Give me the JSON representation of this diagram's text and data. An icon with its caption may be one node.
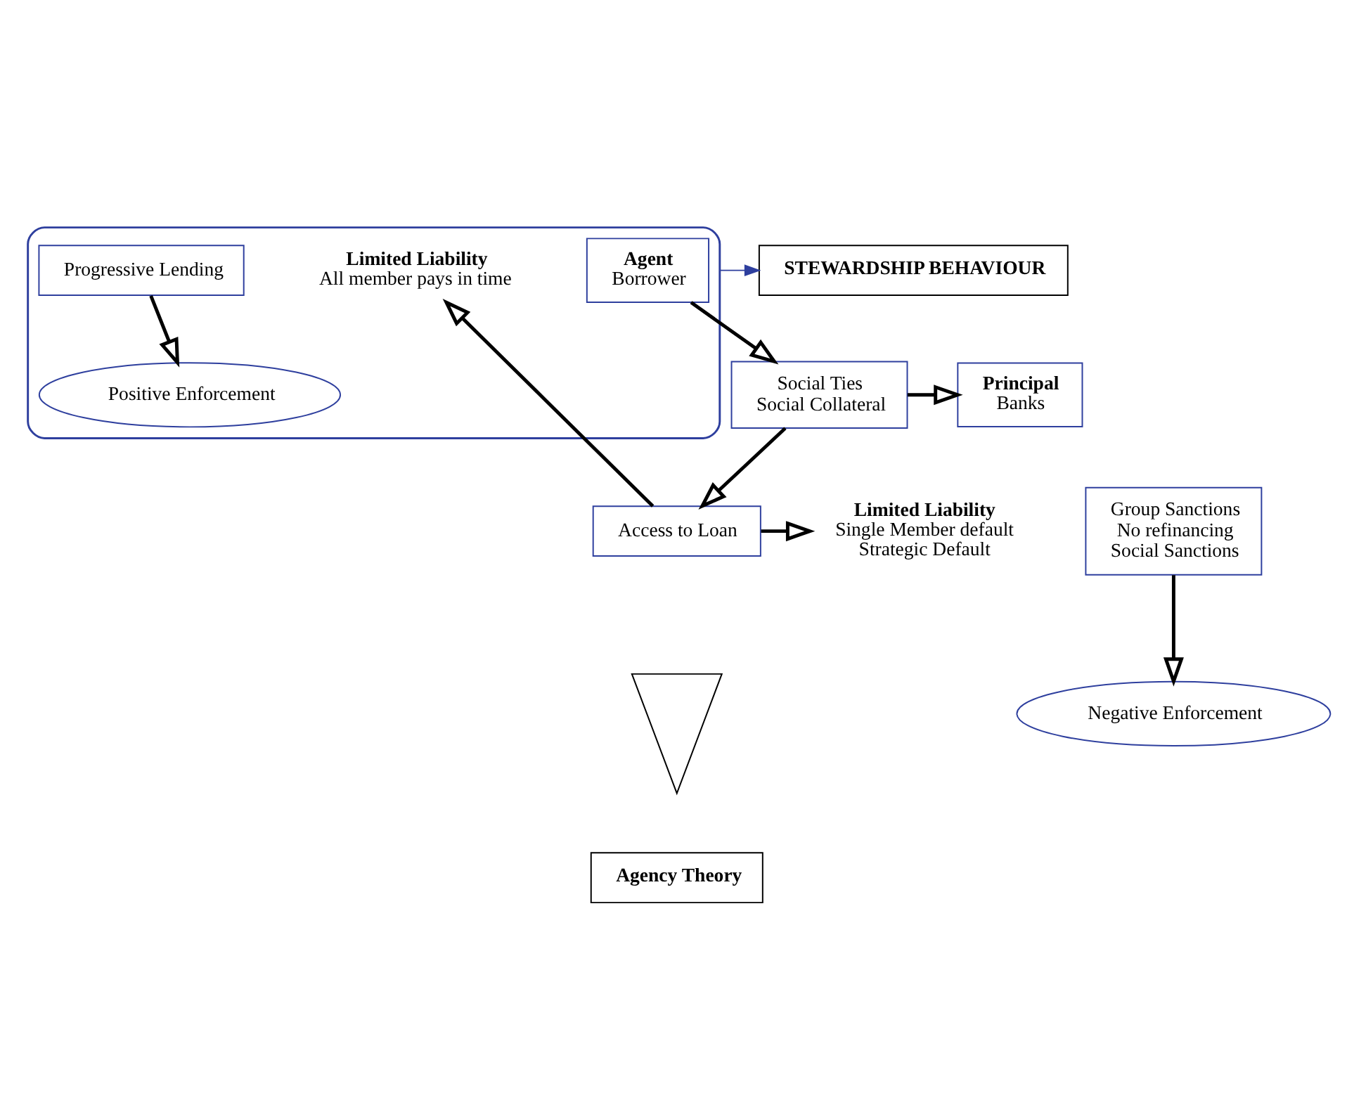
{
  "diagram": {
    "nodes": [
      {
        "text": [],
        "shape": "ellipse"
      },
      {
        "text": [
          "STEWARDSHIP BEHAVIOUR"
        ]
      },
      {
        "text": [
          "Agent",
          "Borrower"
        ],
        "in": 0
      },
      {
        "text": [
          "Social Ties",
          "Social Collateral"
        ]
      },
      {
        "text": [
          "Principal",
          "Banks"
        ]
      },
      {
        "text": [
          "Progressive Lending"
        ],
        "in": 0
      },
      {
        "text": [
          "Limited Liability",
          "All member pays in time"
        ],
        "in": 0
      },
      {
        "text": [
          "Access to Loan"
        ]
      },
      {
        "text": [
          "Limited Liability",
          "Single Member default",
          "Strategic Default"
        ]
      },
      {
        "text": [
          "Group Sanctions",
          "No refinancing",
          "Social Sanctions"
        ]
      },
      {
        "text": [
          "Positive Enforcement"
        ],
        "in": 0
      },
      {
        "text": [],
        "shape": "triangle"
      },
      {
        "text": [
          "Negative Enforcement"
        ]
      },
      {
        "text": [
          "Agency Theory"
        ]
      }
    ],
    "edges": [
      {
        "from": 0,
        "to": 1,
        "arrow": "to",
        "color": "#2e3f9e"
      },
      {
        "from": 2,
        "to": 3,
        "arrow": "to"
      },
      {
        "from": 3,
        "to": 4,
        "arrow": "to"
      },
      {
        "from": 3,
        "to": 7,
        "arrow": "to"
      },
      {
        "from": 7,
        "to": 6,
        "arrow": "to"
      },
      {
        "from": 7,
        "to": 8,
        "arrow": "to"
      },
      {
        "from": 5,
        "to": 10,
        "arrow": "to"
      },
      {
        "from": 9,
        "to": 12,
        "arrow": "to"
      }
    ]
  }
}
